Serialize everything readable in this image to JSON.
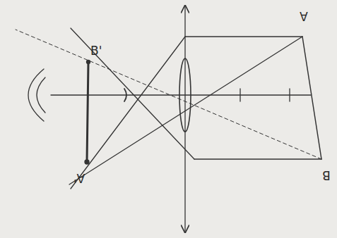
{
  "diagram": {
    "labels": [
      "B'",
      "A'",
      "A",
      "B"
    ]
  }
}
